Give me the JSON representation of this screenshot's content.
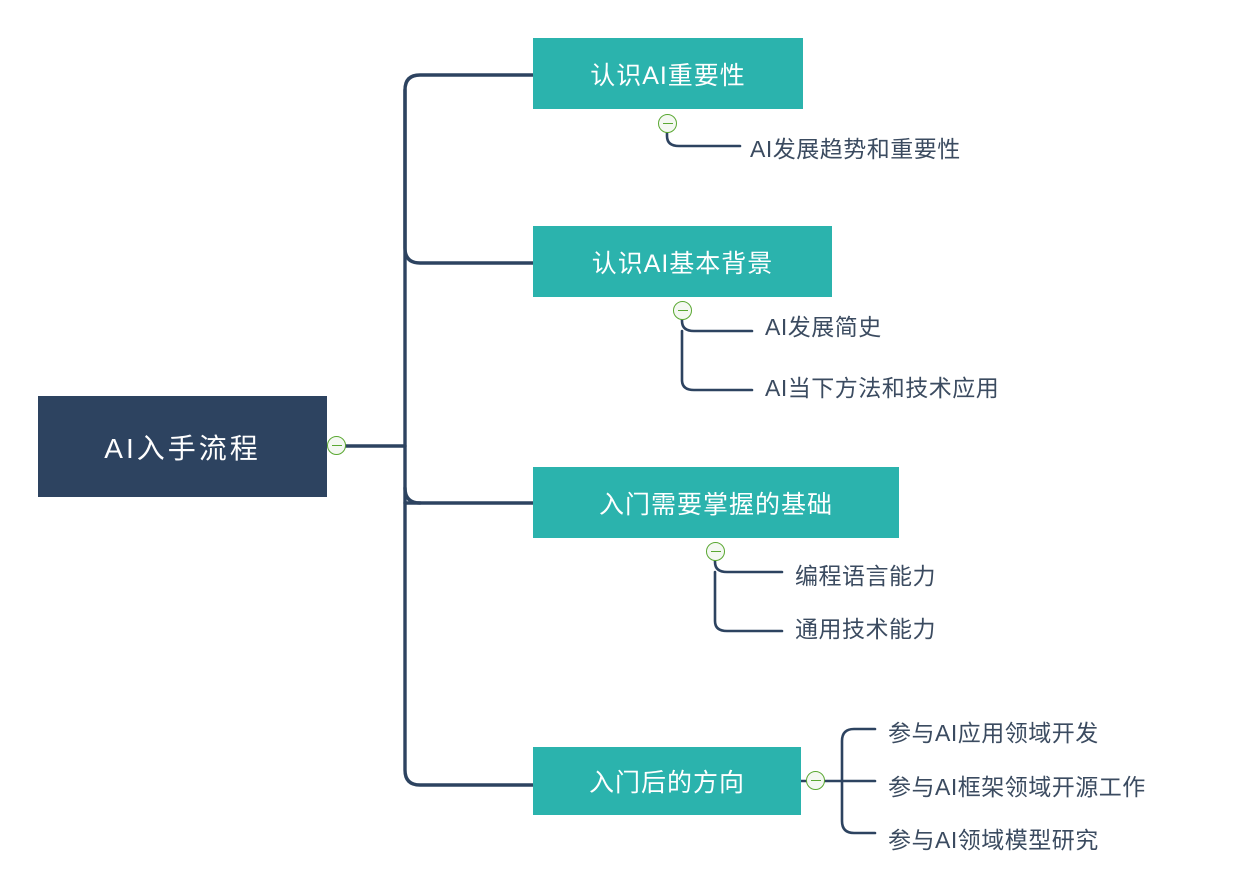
{
  "diagram": {
    "type": "mindmap",
    "title": "AI入手流程",
    "colors": {
      "root_fill": "#2d4360",
      "branch_fill": "#2bb3ad",
      "edge_stroke": "#2d4360",
      "leaf_text": "#3b4b60",
      "toggle_stroke": "#5aa832",
      "toggle_fill": "#f4f8f2",
      "background": "#ffffff"
    },
    "root": {
      "label": "AI入手流程",
      "toggle_icon": "collapse-minus-icon",
      "toggle_state": "expanded"
    },
    "branches": [
      {
        "label": "认识AI重要性",
        "toggle_icon": "collapse-minus-icon",
        "toggle_state": "expanded",
        "children": [
          {
            "label": "AI发展趋势和重要性"
          }
        ]
      },
      {
        "label": "认识AI基本背景",
        "toggle_icon": "collapse-minus-icon",
        "toggle_state": "expanded",
        "children": [
          {
            "label": "AI发展简史"
          },
          {
            "label": "AI当下方法和技术应用"
          }
        ]
      },
      {
        "label": "入门需要掌握的基础",
        "toggle_icon": "collapse-minus-icon",
        "toggle_state": "expanded",
        "children": [
          {
            "label": "编程语言能力"
          },
          {
            "label": "通用技术能力"
          }
        ]
      },
      {
        "label": "入门后的方向",
        "toggle_icon": "collapse-minus-icon",
        "toggle_state": "expanded",
        "children": [
          {
            "label": "参与AI应用领域开发"
          },
          {
            "label": "参与AI框架领域开源工作"
          },
          {
            "label": "参与AI领域模型研究"
          }
        ]
      }
    ]
  }
}
